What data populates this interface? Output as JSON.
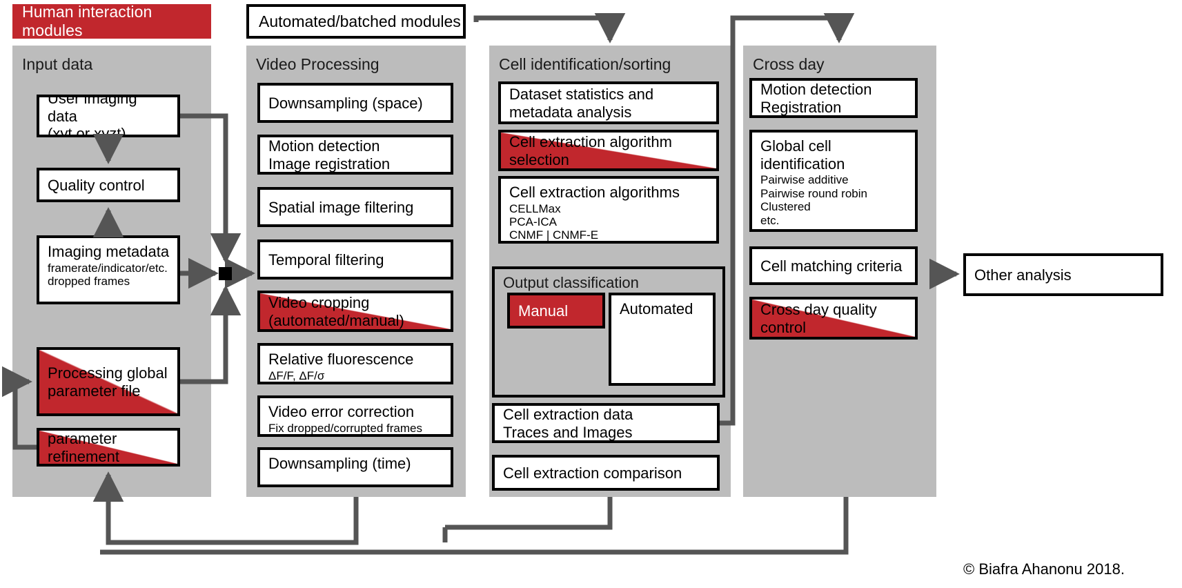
{
  "legend": {
    "human": "Human interaction modules",
    "automated": "Automated/batched modules"
  },
  "colors": {
    "human_red": "#c1272d",
    "panel_grey": "#bcbcbc",
    "arrow_grey": "#555555",
    "box_border": "#000000",
    "background": "#ffffff"
  },
  "columns": [
    {
      "id": "input-data",
      "title": "Input data",
      "nodes": [
        {
          "id": "user-imaging-data",
          "title": "User imaging data\n(xyt or xyzt)",
          "sub": "",
          "style": "white"
        },
        {
          "id": "quality-control",
          "title": "Quality control",
          "sub": "",
          "style": "white"
        },
        {
          "id": "imaging-metadata",
          "title": "Imaging metadata",
          "sub": "framerate/indicator/etc.\ndropped frames",
          "style": "white"
        },
        {
          "id": "processing-global-parameter-file",
          "title": "Processing global\nparameter file",
          "sub": "",
          "style": "red-diag"
        },
        {
          "id": "parameter-refinement",
          "title": "parameter\nrefinement",
          "sub": "",
          "style": "red-diag"
        }
      ]
    },
    {
      "id": "video-processing",
      "title": "Video Processing",
      "nodes": [
        {
          "id": "downsampling-space",
          "title": "Downsampling  (space)",
          "sub": "",
          "style": "white"
        },
        {
          "id": "motion-detection-image-registration",
          "title": "Motion detection\nImage registration",
          "sub": "",
          "style": "white"
        },
        {
          "id": "spatial-image-filtering",
          "title": "Spatial image  filtering",
          "sub": "",
          "style": "white"
        },
        {
          "id": "temporal-filtering",
          "title": "Temporal filtering",
          "sub": "",
          "style": "white"
        },
        {
          "id": "video-cropping",
          "title": "Video cropping\n(automated/manual)",
          "sub": "",
          "style": "red-diag"
        },
        {
          "id": "relative-fluorescence",
          "title": "Relative fluorescence",
          "sub": "ΔF/F, ΔF/σ",
          "style": "white"
        },
        {
          "id": "video-error-correction",
          "title": "Video error correction",
          "sub": "Fix dropped/corrupted frames",
          "style": "white"
        },
        {
          "id": "downsampling-time",
          "title": "Downsampling  (time)",
          "sub": "",
          "style": "white"
        }
      ]
    },
    {
      "id": "cell-identification-sorting",
      "title": "Cell identification/sorting",
      "nodes": [
        {
          "id": "dataset-statistics",
          "title": "Dataset statistics and\nmetadata analysis",
          "sub": "",
          "style": "white"
        },
        {
          "id": "cell-extraction-algorithm-selection",
          "title": "Cell extraction algorithm\nselection",
          "sub": "",
          "style": "red-diag"
        },
        {
          "id": "cell-extraction-algorithms",
          "title": "Cell extraction algorithms",
          "sub": "CELLMax\nPCA-ICA\nCNMF | CNMF-E\nEXTRACT | ROI",
          "style": "white"
        },
        {
          "id": "cell-extraction-data",
          "title": "Cell extraction data\nTraces and Images",
          "sub": "",
          "style": "white"
        },
        {
          "id": "cell-extraction-comparison",
          "title": "Cell extraction comparison",
          "sub": "",
          "style": "white"
        }
      ],
      "subpanel": {
        "id": "output-classification",
        "title": "Output classification",
        "nodes": [
          {
            "id": "manual",
            "title": "Manual",
            "style": "red-solid"
          },
          {
            "id": "automated",
            "title": "Automated",
            "style": "white"
          }
        ]
      }
    },
    {
      "id": "cross-day",
      "title": "Cross day",
      "nodes": [
        {
          "id": "motion-detection-registration",
          "title": "Motion detection\nRegistration",
          "sub": "",
          "style": "white"
        },
        {
          "id": "global-cell-identification",
          "title": "Global cell\nidentification",
          "sub": "Pairwise additive\nPairwise round robin\nClustered\netc.",
          "style": "white"
        },
        {
          "id": "cell-matching-criteria",
          "title": "Cell matching criteria",
          "sub": "",
          "style": "white"
        },
        {
          "id": "cross-day-quality-control",
          "title": "Cross day quality\ncontrol",
          "sub": "",
          "style": "red-diag"
        }
      ]
    }
  ],
  "terminal": {
    "id": "other-analysis",
    "title": "Other analysis"
  },
  "credit": "© Biafra Ahanonu 2018."
}
